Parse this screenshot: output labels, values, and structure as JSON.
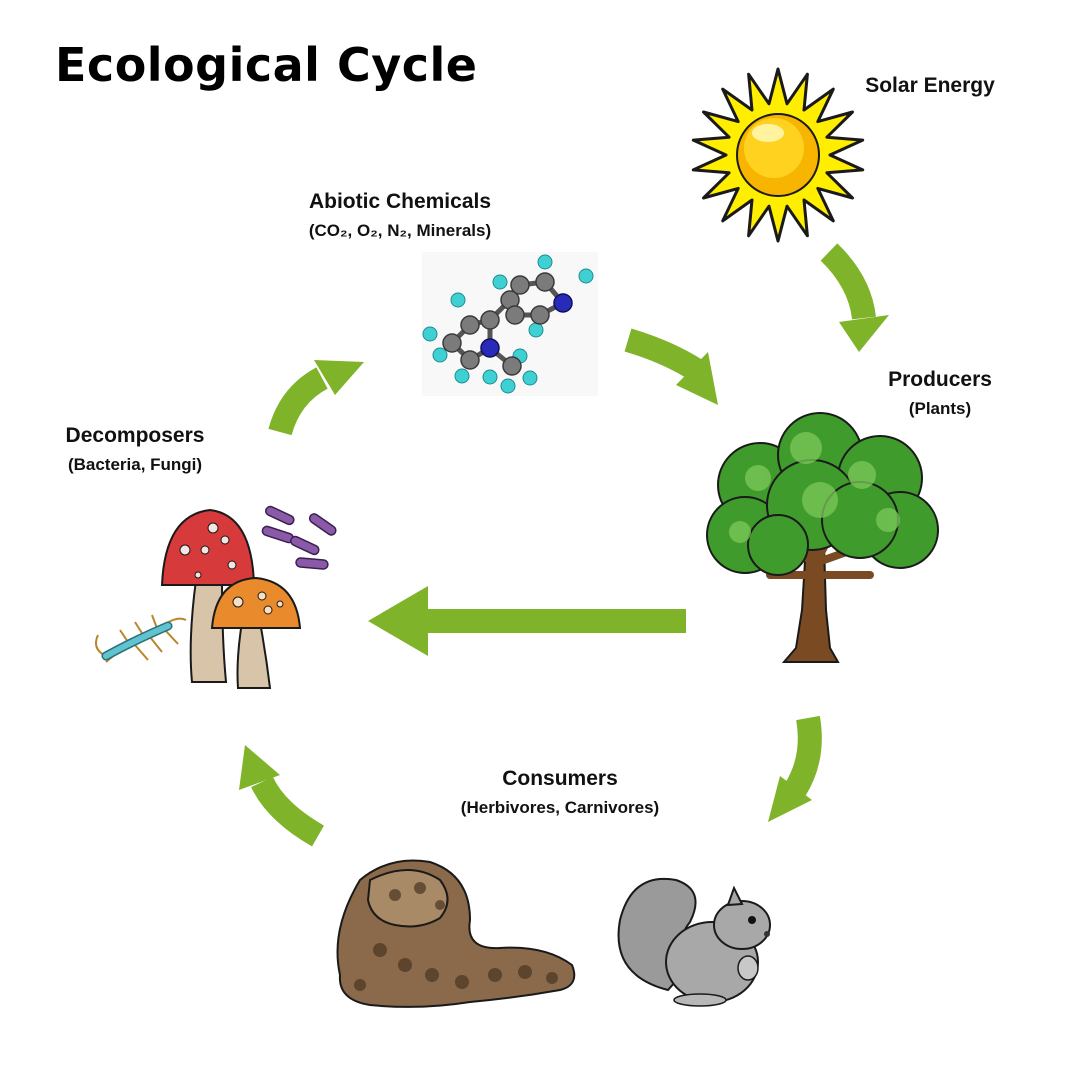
{
  "title": "Ecological Cycle",
  "nodes": {
    "solar": {
      "name": "Solar Energy"
    },
    "abiotic": {
      "name": "Abiotic Chemicals",
      "detail": "(CO₂, O₂, N₂, Minerals)"
    },
    "producers": {
      "name": "Producers",
      "detail": "(Plants)"
    },
    "decomposers": {
      "name": "Decomposers",
      "detail": "(Bacteria, Fungi)"
    },
    "consumers": {
      "name": "Consumers",
      "detail": "(Herbivores, Carnivores)"
    }
  },
  "colors": {
    "arrow": "#7fb32a",
    "sun_rays": "#ffee00",
    "sun_core": "#f7b500",
    "tree_canopy": "#3f9b2c",
    "tree_trunk": "#7a4a22",
    "mushroom_red": "#d63a3a",
    "mushroom_orange": "#e98a2c",
    "bacteria": "#8a5aa8",
    "atom_carbon": "#7b7b7b",
    "atom_hydrogen": "#3fd0d4",
    "atom_nitrogen": "#2a2ab8",
    "snake": "#8a6a4a",
    "squirrel": "#9a9a9a"
  },
  "icons": [
    "sun-icon",
    "molecule-icon",
    "tree-icon",
    "mushroom-icon",
    "bacteria-icon",
    "centipede-icon",
    "snake-icon",
    "squirrel-icon"
  ]
}
